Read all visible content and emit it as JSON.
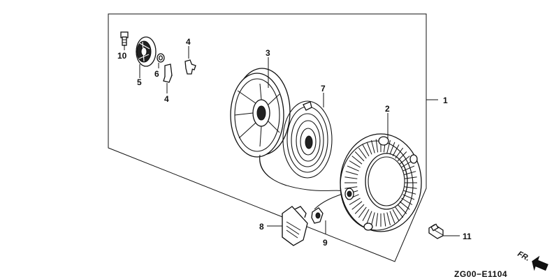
{
  "diagram": {
    "callouts": [
      {
        "id": "1",
        "text": "1"
      },
      {
        "id": "2",
        "text": "2"
      },
      {
        "id": "3",
        "text": "3"
      },
      {
        "id": "4a",
        "text": "4"
      },
      {
        "id": "4b",
        "text": "4"
      },
      {
        "id": "5",
        "text": "5"
      },
      {
        "id": "6",
        "text": "6"
      },
      {
        "id": "7",
        "text": "7"
      },
      {
        "id": "8",
        "text": "8"
      },
      {
        "id": "9",
        "text": "9"
      },
      {
        "id": "10",
        "text": "10"
      },
      {
        "id": "11",
        "text": "11"
      }
    ],
    "direction_label": "FR.",
    "drawing_code": "ZG00−E1104"
  }
}
